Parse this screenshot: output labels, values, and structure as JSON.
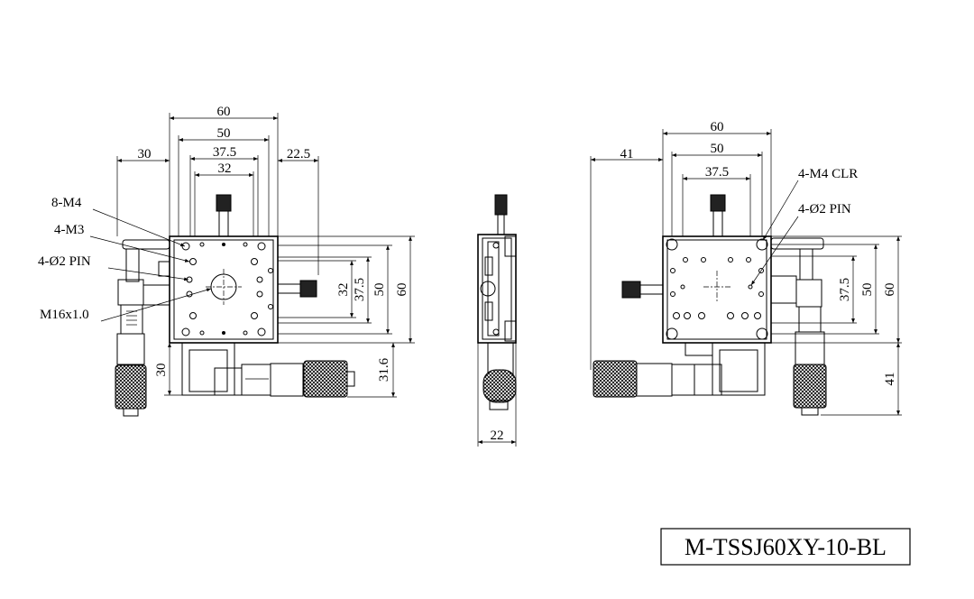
{
  "diagram": {
    "model_number": "M-TSSJ60XY-10-BL",
    "front_view": {
      "dims_top": [
        "60",
        "50",
        "37.5",
        "32"
      ],
      "dim_left_offset": "30",
      "dim_right_offset": "22.5",
      "dims_right": [
        "32",
        "37.5",
        "50",
        "60"
      ],
      "dim_bottom_left": "30",
      "dim_bottom_right": "31.6",
      "callouts": [
        "8-M4",
        "4-M3",
        "4-Ø2 PIN",
        "M16x1.0"
      ]
    },
    "side_view": {
      "dim_width": "22"
    },
    "rear_view": {
      "dims_top": [
        "60",
        "50",
        "37.5"
      ],
      "dim_left_offset": "41",
      "dims_right": [
        "37.5",
        "50",
        "60"
      ],
      "dim_bottom_right": "41",
      "callouts": [
        "4-M4 CLR",
        "4-Ø2 PIN"
      ]
    }
  }
}
